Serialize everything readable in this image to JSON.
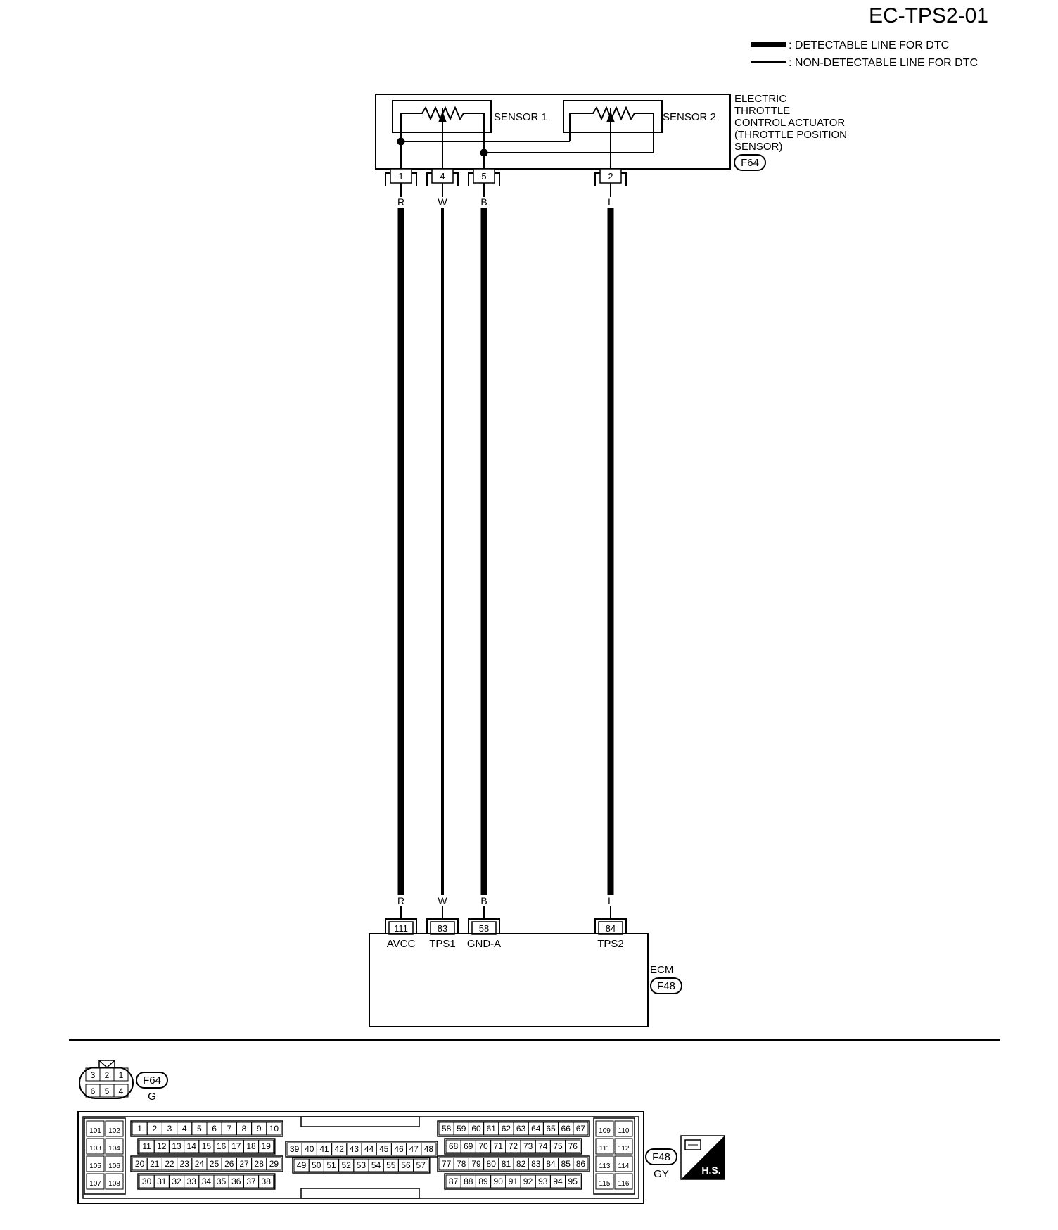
{
  "diagram_id": "EC-TPS2-01",
  "legend": {
    "detectable": ": DETECTABLE LINE FOR DTC",
    "non_detectable": ": NON-DETECTABLE LINE FOR DTC"
  },
  "actuator": {
    "name_lines": [
      "ELECTRIC",
      "THROTTLE",
      "CONTROL ACTUATOR",
      "(THROTTLE POSITION",
      "SENSOR)"
    ],
    "connector": "F64",
    "sensor1": "SENSOR 1",
    "sensor2": "SENSOR 2"
  },
  "wires": [
    {
      "sensor_pin": "1",
      "color": "R",
      "ecm_pin": "111",
      "ecm_label": "AVCC",
      "detectable": true
    },
    {
      "sensor_pin": "4",
      "color": "W",
      "ecm_pin": "83",
      "ecm_label": "TPS1",
      "detectable": false
    },
    {
      "sensor_pin": "5",
      "color": "B",
      "ecm_pin": "58",
      "ecm_label": "GND-A",
      "detectable": true
    },
    {
      "sensor_pin": "2",
      "color": "L",
      "ecm_pin": "84",
      "ecm_label": "TPS2",
      "detectable": true
    }
  ],
  "ecm": {
    "name": "ECM",
    "connector": "F48"
  },
  "connector_f64": {
    "id": "F64",
    "color": "G",
    "top_row": [
      "3",
      "2",
      "1"
    ],
    "bottom_row": [
      "6",
      "5",
      "4"
    ]
  },
  "connector_f48": {
    "id": "F48",
    "color": "GY",
    "left_block": [
      [
        "101",
        "102"
      ],
      [
        "103",
        "104"
      ],
      [
        "105",
        "106"
      ],
      [
        "107",
        "108"
      ]
    ],
    "rows_a": [
      [
        "1",
        "2",
        "3",
        "4",
        "5",
        "6",
        "7",
        "8",
        "9",
        "10"
      ],
      [
        "11",
        "12",
        "13",
        "14",
        "15",
        "16",
        "17",
        "18",
        "19"
      ],
      [
        "20",
        "21",
        "22",
        "23",
        "24",
        "25",
        "26",
        "27",
        "28",
        "29"
      ],
      [
        "30",
        "31",
        "32",
        "33",
        "34",
        "35",
        "36",
        "37",
        "38"
      ]
    ],
    "rows_b": [
      [
        "39",
        "40",
        "41",
        "42",
        "43",
        "44",
        "45",
        "46",
        "47",
        "48"
      ],
      [
        "49",
        "50",
        "51",
        "52",
        "53",
        "54",
        "55",
        "56",
        "57"
      ]
    ],
    "rows_c": [
      [
        "58",
        "59",
        "60",
        "61",
        "62",
        "63",
        "64",
        "65",
        "66",
        "67"
      ],
      [
        "68",
        "69",
        "70",
        "71",
        "72",
        "73",
        "74",
        "75",
        "76"
      ],
      [
        "77",
        "78",
        "79",
        "80",
        "81",
        "82",
        "83",
        "84",
        "85",
        "86"
      ],
      [
        "87",
        "88",
        "89",
        "90",
        "91",
        "92",
        "93",
        "94",
        "95"
      ]
    ],
    "right_block": [
      [
        "109",
        "110"
      ],
      [
        "111",
        "112"
      ],
      [
        "113",
        "114"
      ],
      [
        "115",
        "116"
      ]
    ]
  },
  "hs_label": "H.S."
}
